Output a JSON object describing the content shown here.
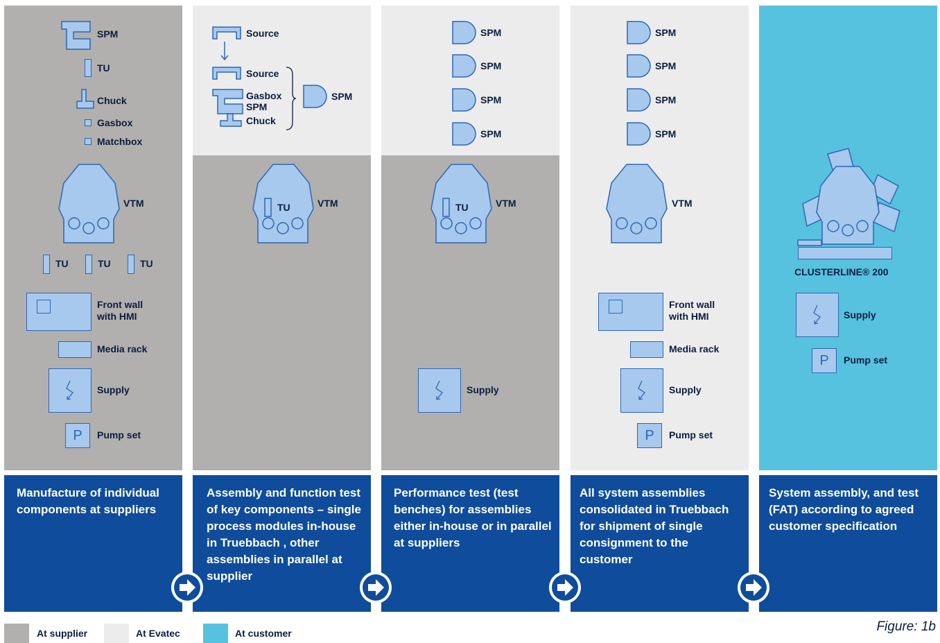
{
  "columns": [
    {
      "description": "Manufacture of individual components at suppliers",
      "labels": {
        "spm": "SPM",
        "tu": "TU",
        "chuck": "Chuck",
        "gasbox": "Gasbox",
        "matchbox": "Matchbox",
        "vtm": "VTM",
        "tu1": "TU",
        "tu2": "TU",
        "tu3": "TU",
        "front_wall": "Front wall with HMI",
        "media_rack": "Media rack",
        "supply": "Supply",
        "pump_set": "Pump set",
        "pump_letter": "P"
      }
    },
    {
      "description": "Assembly and function test of key components – single process modules in-house in Truebbach , other assemblies in parallel at supplier",
      "labels": {
        "source1": "Source",
        "source2": "Source",
        "gasbox": "Gasbox",
        "spm_mid": "SPM",
        "chuck": "Chuck",
        "spm": "SPM",
        "tu": "TU",
        "vtm": "VTM"
      }
    },
    {
      "description": "Performance test (test benches) for assemblies either in-house or in parallel at suppliers",
      "labels": {
        "spm1": "SPM",
        "spm2": "SPM",
        "spm3": "SPM",
        "spm4": "SPM",
        "tu": "TU",
        "vtm": "VTM",
        "supply": "Supply"
      }
    },
    {
      "description": "All system assemblies consolidated in Truebbach for shipment of single consignment to the customer",
      "labels": {
        "spm1": "SPM",
        "spm2": "SPM",
        "spm3": "SPM",
        "spm4": "SPM",
        "vtm": "VTM",
        "front_wall": "Front wall with HMI",
        "media_rack": "Media rack",
        "supply": "Supply",
        "pump_set": "Pump set",
        "pump_letter": "P"
      }
    },
    {
      "description": "System assembly, and test (FAT) according to agreed customer specification",
      "labels": {
        "clusterline": "CLUSTERLINE® 200",
        "supply": "Supply",
        "pump_set": "Pump set",
        "pump_letter": "P"
      }
    }
  ],
  "legend": [
    {
      "label": "At supplier",
      "color": "#b1b0ae"
    },
    {
      "label": "At Evatec",
      "color": "#ececec"
    },
    {
      "label": "At customer",
      "color": "#56c2df"
    }
  ],
  "caption": "Figure: 1b",
  "colors": {
    "gray": "#b1b0ae",
    "light": "#ececec",
    "cyan": "#56c2df",
    "blue": "#0f4c9b",
    "shape_fill": "#a7c9ee",
    "shape_stroke": "#2f66b3"
  }
}
